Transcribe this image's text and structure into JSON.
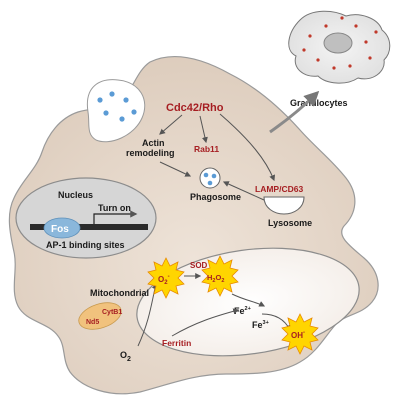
{
  "labels": {
    "granulocytes": "Granulocytes",
    "cdc42": "Cdc42/Rho",
    "actin_line1": "Actin",
    "actin_line2": "remodeling",
    "rab11": "Rab11",
    "phagosome": "Phagosome",
    "lamp": "LAMP/CD63",
    "lysosome": "Lysosome",
    "nucleus": "Nucleus",
    "turn_on": "Turn on",
    "fos": "Fos",
    "ap1": "AP-1 binding sites",
    "mitochondrial": "Mitochondrial",
    "cytb1": "CytB1",
    "nd5": "Nd5",
    "o2": "O",
    "o2_sub": "2",
    "sod": "SOD",
    "superoxide": "O",
    "superoxide_sub": "2",
    "superoxide_sup": "-",
    "h2o2_h": "H",
    "h2o2_sub1": "2",
    "h2o2_o": "O",
    "h2o2_sub2": "2",
    "fe2": "Fe",
    "fe2_sup": "2+",
    "fe3": "Fe",
    "fe3_sup": "3+",
    "oh": "OH",
    "oh_sup": "-",
    "ferritin": "Ferritin"
  },
  "colors": {
    "cell_fill": "#e6d8cb",
    "cell_stroke": "#8c8c8c",
    "accent_red": "#a61e22",
    "vesicle_blue": "#5b9bd5",
    "fos_blue": "#8ab7db",
    "star_yellow": "#ffd500",
    "star_orange": "#e88a00",
    "cyt_fill": "#f1c27d",
    "arrow_gray": "#6b6b6b"
  }
}
